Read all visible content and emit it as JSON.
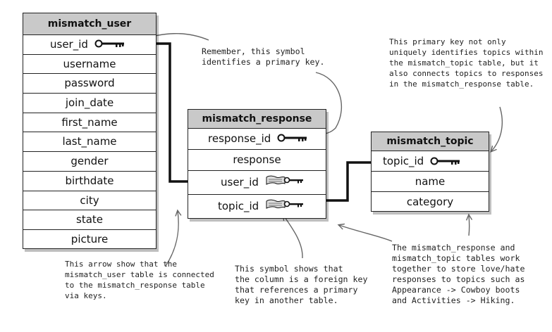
{
  "tables": {
    "user": {
      "title": "mismatch_user",
      "key_column": "user_id",
      "columns": [
        "username",
        "password",
        "join_date",
        "first_name",
        "last_name",
        "gender",
        "birthdate",
        "city",
        "state",
        "picture"
      ]
    },
    "response": {
      "title": "mismatch_response",
      "key_column": "response_id",
      "columns": [
        "response",
        "user_id",
        "topic_id"
      ]
    },
    "topic": {
      "title": "mismatch_topic",
      "key_column": "topic_id",
      "columns": [
        "name",
        "category"
      ]
    }
  },
  "notes": {
    "primary_key_symbol": "Remember, this symbol\nidentifies a primary key.",
    "topic_primary_key": "This primary key not only\nuniquely identifies topics within\nthe mismatch_topic table, but it\nalso connects topics to responses\nin the mismatch_response table.",
    "arrow_explanation": "This arrow show that the\nmismatch_user table is connected\nto the mismatch_response table\nvia keys.",
    "foreign_key_symbol": "This symbol shows that\nthe column is a foreign key\nthat references a primary\nkey in another table.",
    "tables_together": "The mismatch_response and\nmismatch_topic tables work\ntogether to store love/hate\nresponses to topics such as\nAppearance -> Cowboy boots\nand Activities -> Hiking."
  },
  "colors": {
    "header": "#c9c9c9",
    "ink": "#222222",
    "shadow": "#bfbfbf"
  },
  "icons": {
    "primary_key": "key-icon",
    "foreign_key": "scroll-key-icon"
  }
}
